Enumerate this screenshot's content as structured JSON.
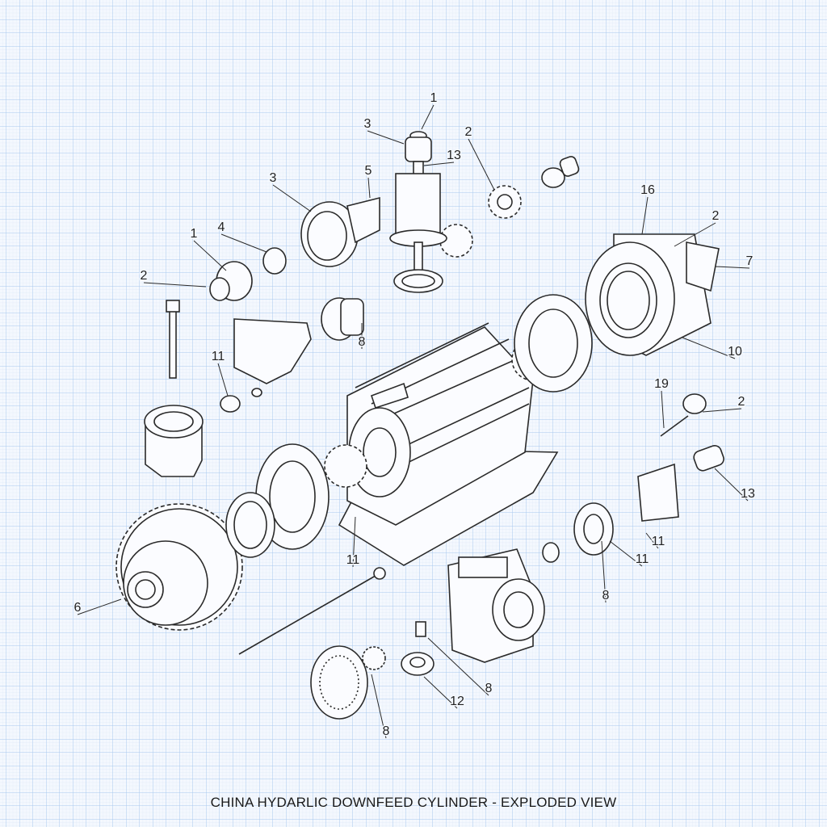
{
  "caption": "CHINA HYDARLIC DOWNFEED CYLINDER - EXPLODED VIEW",
  "colors": {
    "paper": "#f4f8fe",
    "grid_major": "#a9c8ee",
    "grid_minor": "#d9e7f8",
    "ink": "#2a2a2a"
  },
  "callouts": [
    "1",
    "3",
    "13",
    "2",
    "5",
    "3",
    "16",
    "2",
    "1",
    "4",
    "7",
    "2",
    "8",
    "10",
    "11",
    "19",
    "2",
    "13",
    "11",
    "11",
    "11",
    "8",
    "6",
    "8",
    "12",
    "8"
  ]
}
